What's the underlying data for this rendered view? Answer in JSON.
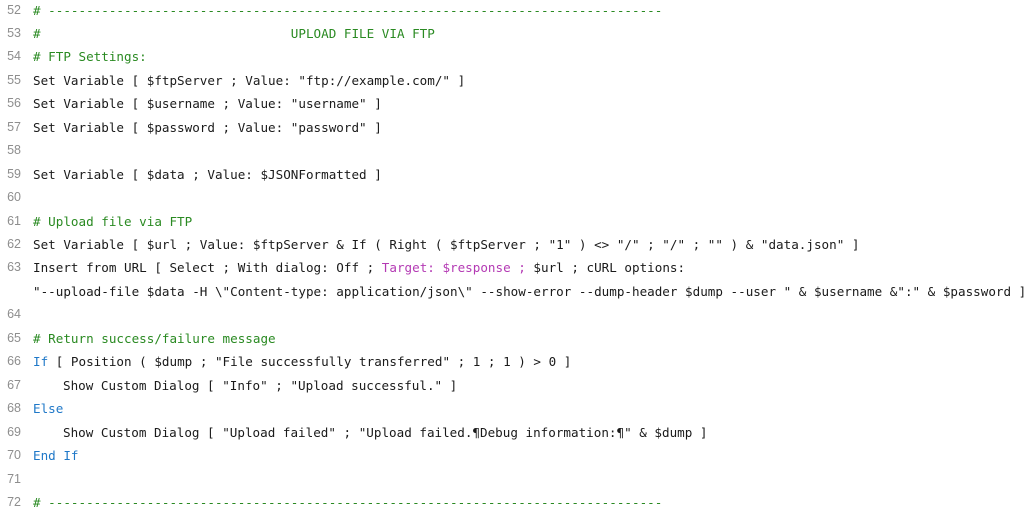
{
  "editor": {
    "colors": {
      "comment": "#2a8a22",
      "keyword": "#1f78c8",
      "target": "#b43ab4",
      "text": "#1a1a1a",
      "line_number": "#8e8e8e"
    },
    "lines": [
      {
        "num": "52",
        "segments": [
          {
            "t": "# ---------------------------------------------------------------------------------",
            "c": "cmt"
          }
        ]
      },
      {
        "num": "53",
        "segments": [
          {
            "t": "#                                 UPLOAD FILE VIA FTP",
            "c": "cmt"
          }
        ]
      },
      {
        "num": "54",
        "segments": [
          {
            "t": "# FTP Settings:",
            "c": "cmt"
          }
        ]
      },
      {
        "num": "55",
        "segments": [
          {
            "t": "Set Variable [ $ftpServer ; Value: \"ftp://example.com/\" ]",
            "c": "plain"
          }
        ]
      },
      {
        "num": "56",
        "segments": [
          {
            "t": "Set Variable [ $username ; Value: \"username\" ]",
            "c": "plain"
          }
        ]
      },
      {
        "num": "57",
        "segments": [
          {
            "t": "Set Variable [ $password ; Value: \"password\" ]",
            "c": "plain"
          }
        ]
      },
      {
        "num": "58",
        "segments": []
      },
      {
        "num": "59",
        "segments": [
          {
            "t": "Set Variable [ $data ; Value: $JSONFormatted ]",
            "c": "plain"
          }
        ]
      },
      {
        "num": "60",
        "segments": []
      },
      {
        "num": "61",
        "segments": [
          {
            "t": "# Upload file via FTP",
            "c": "cmt"
          }
        ]
      },
      {
        "num": "62",
        "segments": [
          {
            "t": "Set Variable [ $url ; Value: $ftpServer & If ( Right ( $ftpServer ; \"1\" ) <> \"/\" ; \"/\" ; \"\" ) & \"data.json\" ]",
            "c": "plain"
          }
        ]
      },
      {
        "num": "63",
        "segments": [
          {
            "t": "Insert from URL [ Select ; With dialog: Off ; ",
            "c": "plain"
          },
          {
            "t": "Target: $response ;",
            "c": "tgt"
          },
          {
            "t": " $url ; cURL options:",
            "c": "plain"
          }
        ]
      },
      {
        "num": "",
        "segments": [
          {
            "t": "\"--upload-file $data -H \\\"Content-type: application/json\\\" --show-error --dump-header $dump --user \" & $username &\":\" & $password ]",
            "c": "plain"
          }
        ]
      },
      {
        "num": "64",
        "segments": []
      },
      {
        "num": "65",
        "segments": [
          {
            "t": "# Return success/failure message",
            "c": "cmt"
          }
        ]
      },
      {
        "num": "66",
        "segments": [
          {
            "t": "If",
            "c": "kw"
          },
          {
            "t": " [ Position ( $dump ; \"File successfully transferred\" ; 1 ; 1 ) > 0 ]",
            "c": "plain"
          }
        ]
      },
      {
        "num": "67",
        "indent": true,
        "segments": [
          {
            "t": "Show Custom Dialog [ \"Info\" ; \"Upload successful.\" ]",
            "c": "plain"
          }
        ]
      },
      {
        "num": "68",
        "segments": [
          {
            "t": "Else",
            "c": "kw"
          }
        ]
      },
      {
        "num": "69",
        "indent": true,
        "segments": [
          {
            "t": "Show Custom Dialog [ \"Upload failed\" ; \"Upload failed.¶Debug information:¶\" & $dump ]",
            "c": "plain"
          }
        ]
      },
      {
        "num": "70",
        "segments": [
          {
            "t": "End If",
            "c": "kw"
          }
        ]
      },
      {
        "num": "71",
        "segments": []
      },
      {
        "num": "72",
        "segments": [
          {
            "t": "# ---------------------------------------------------------------------------------",
            "c": "cmt"
          }
        ]
      }
    ]
  }
}
